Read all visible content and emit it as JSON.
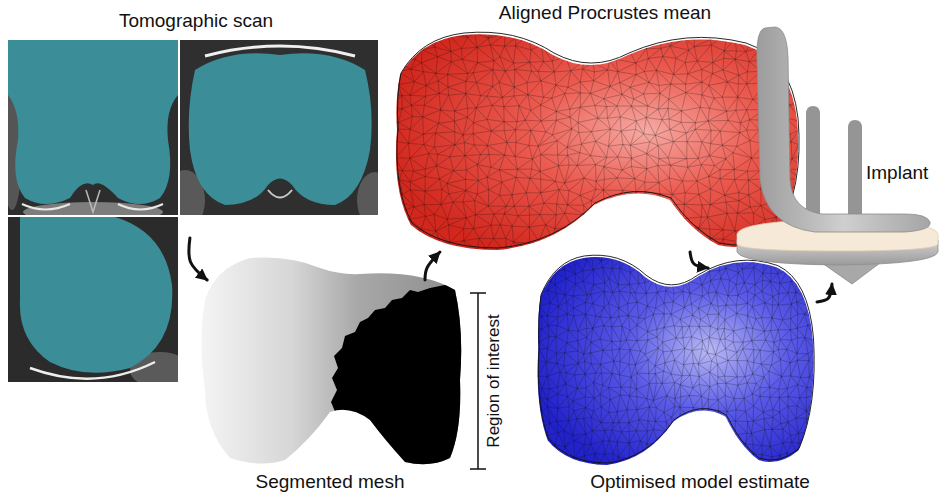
{
  "diagram": {
    "nodes": [
      {
        "text": [
          "Tomographic scan"
        ]
      },
      {
        "text": [
          "Segmented mesh"
        ]
      },
      {
        "text": [
          "Aligned Procrustes mean"
        ]
      },
      {
        "text": [
          "Optimised model estimate"
        ]
      },
      {
        "text": [
          "Implant"
        ]
      }
    ],
    "edges": [
      {
        "from": 0,
        "to": 1,
        "arrow": "to"
      },
      {
        "from": 1,
        "to": 2,
        "arrow": "to"
      },
      {
        "from": 2,
        "to": 3,
        "arrow": "to"
      },
      {
        "from": 3,
        "to": 4,
        "arrow": "to"
      }
    ],
    "labels": [
      "Region of interest"
    ]
  }
}
